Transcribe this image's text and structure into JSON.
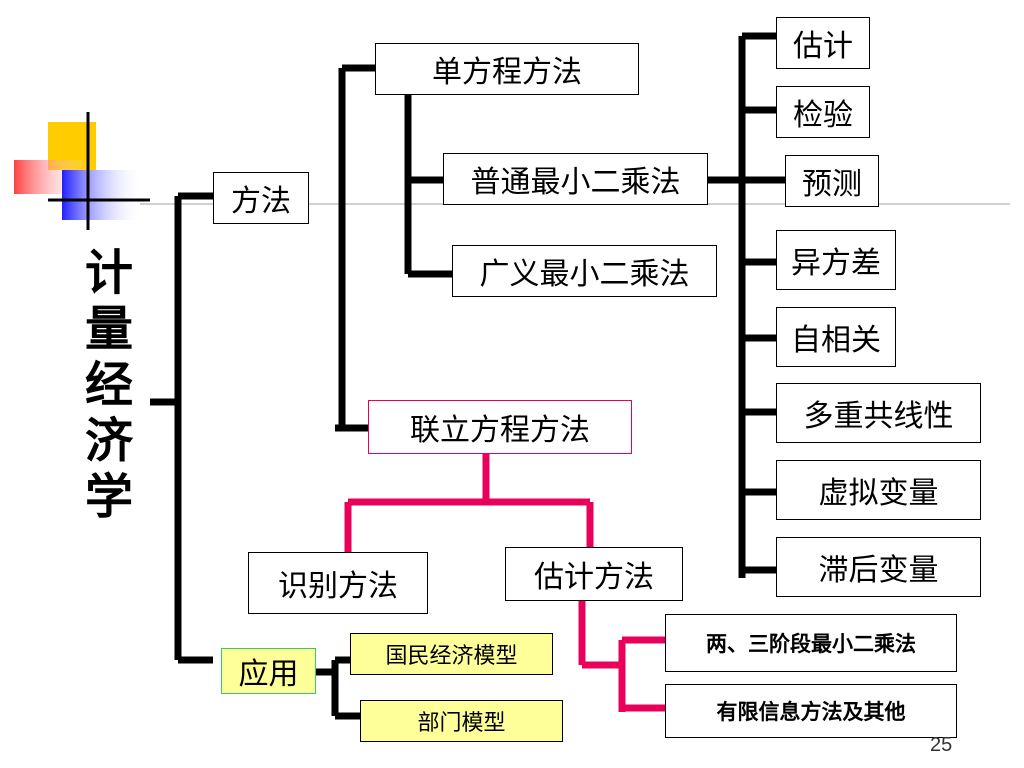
{
  "title": {
    "chars": [
      "计",
      "量",
      "经",
      "济",
      "学"
    ]
  },
  "nodes": {
    "method": "方法",
    "application": "应用",
    "single_equation": "单方程方法",
    "ols": "普通最小二乘法",
    "gls": "广义最小二乘法",
    "simultaneous": "联立方程方法",
    "identification": "识别方法",
    "estimation_method": "估计方法",
    "tsls": "两、三阶段最小二乘法",
    "limited_info": "有限信息方法及其他",
    "national_model": "国民经济模型",
    "sector_model": "部门模型"
  },
  "ols_branches": [
    "估计",
    "检验",
    "预测",
    "异方差",
    "自相关",
    "多重共线性",
    "虚拟变量",
    "滞后变量"
  ],
  "page_number": "25",
  "colors": {
    "pink": "#e8005a",
    "black": "#000000",
    "yellow_fill": "#ffff99"
  }
}
